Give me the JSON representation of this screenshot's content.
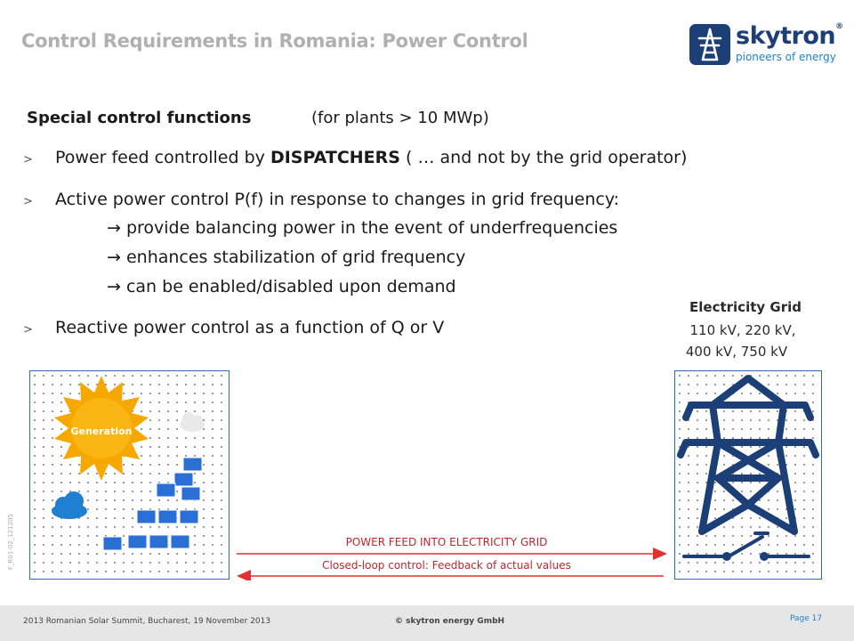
{
  "header": {
    "title": "Control Requirements in Romania: Power Control",
    "logo_name": "skytron",
    "logo_mark": "®",
    "logo_tagline": "pioneers of energy"
  },
  "main": {
    "subtitle_bold": "Special control functions",
    "subtitle_paren": "(for plants > 10 MWp)",
    "bullet_marker": ">",
    "bullets": [
      {
        "text": "Power feed controlled by ",
        "bold": "DISPATCHERS",
        "tail": "  ( … and not by the grid operator)"
      },
      {
        "text": "Active power control P(f) in response to changes in grid frequency:"
      },
      {
        "text": "Reactive power control as a function of Q or V"
      }
    ],
    "sub_bullets": [
      "→ provide balancing power in the event of underfrequencies",
      "→ enhances stabilization of grid frequency",
      "→ can be enabled/disabled upon demand"
    ]
  },
  "diagram": {
    "grid_title": "Electricity Grid",
    "grid_line1": "110 kV, 220 kV,",
    "grid_line2": "400 kV, 750 kV",
    "sun_label": "Generation",
    "arrow_top_label": "POWER FEED INTO ELECTRICITY GRID",
    "arrow_bottom_label": "Closed-loop control: Feedback of actual values",
    "vertical_code": "F_R01-02_121205",
    "colors": {
      "accent": "#1c3f78",
      "sun": "#f7a800",
      "arrow": "#e03030",
      "cloud": "#1f7fd1"
    }
  },
  "footer": {
    "left": "2013 Romanian Solar Summit, Bucharest, 19 November 2013",
    "center": "© skytron energy GmbH",
    "page": "Page 17"
  }
}
